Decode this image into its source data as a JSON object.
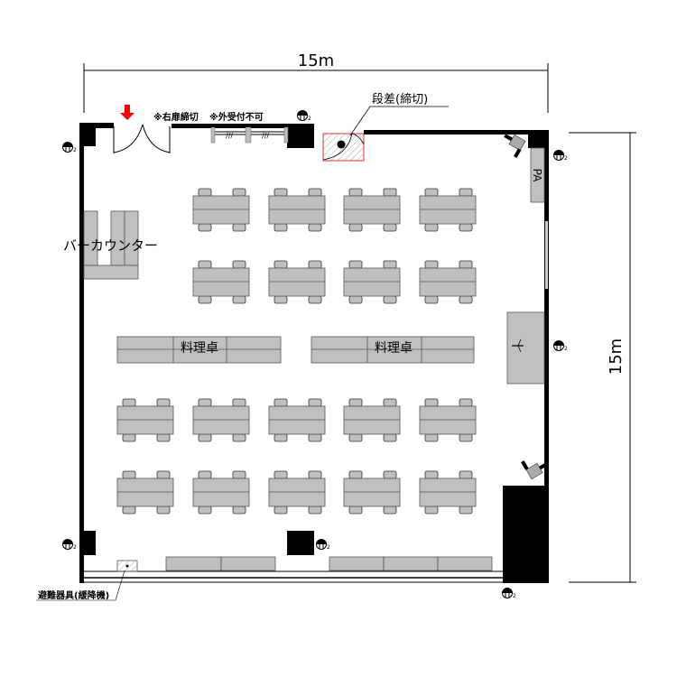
{
  "dimensions": {
    "width_label": "15m",
    "height_label": "15m"
  },
  "labels": {
    "right_door_closed": "※右扉締切",
    "no_external_reception": "※外受付不可",
    "step_closed": "段差(締切)",
    "bar_counter": "バーカウンター",
    "cooking_table_1": "料理卓",
    "cooking_table_2": "料理卓",
    "pa": "PA",
    "evacuation_equipment": "避難器具(緩降機)",
    "outlet_count": "2"
  },
  "colors": {
    "wall": "#000000",
    "furniture": "#c0c0c0",
    "entrance_arrow": "#ff0000",
    "step_area": "#e03030"
  },
  "seating": {
    "rows": 4,
    "tables_per_row": [
      4,
      4,
      5,
      5
    ],
    "chairs_per_table": 4
  }
}
